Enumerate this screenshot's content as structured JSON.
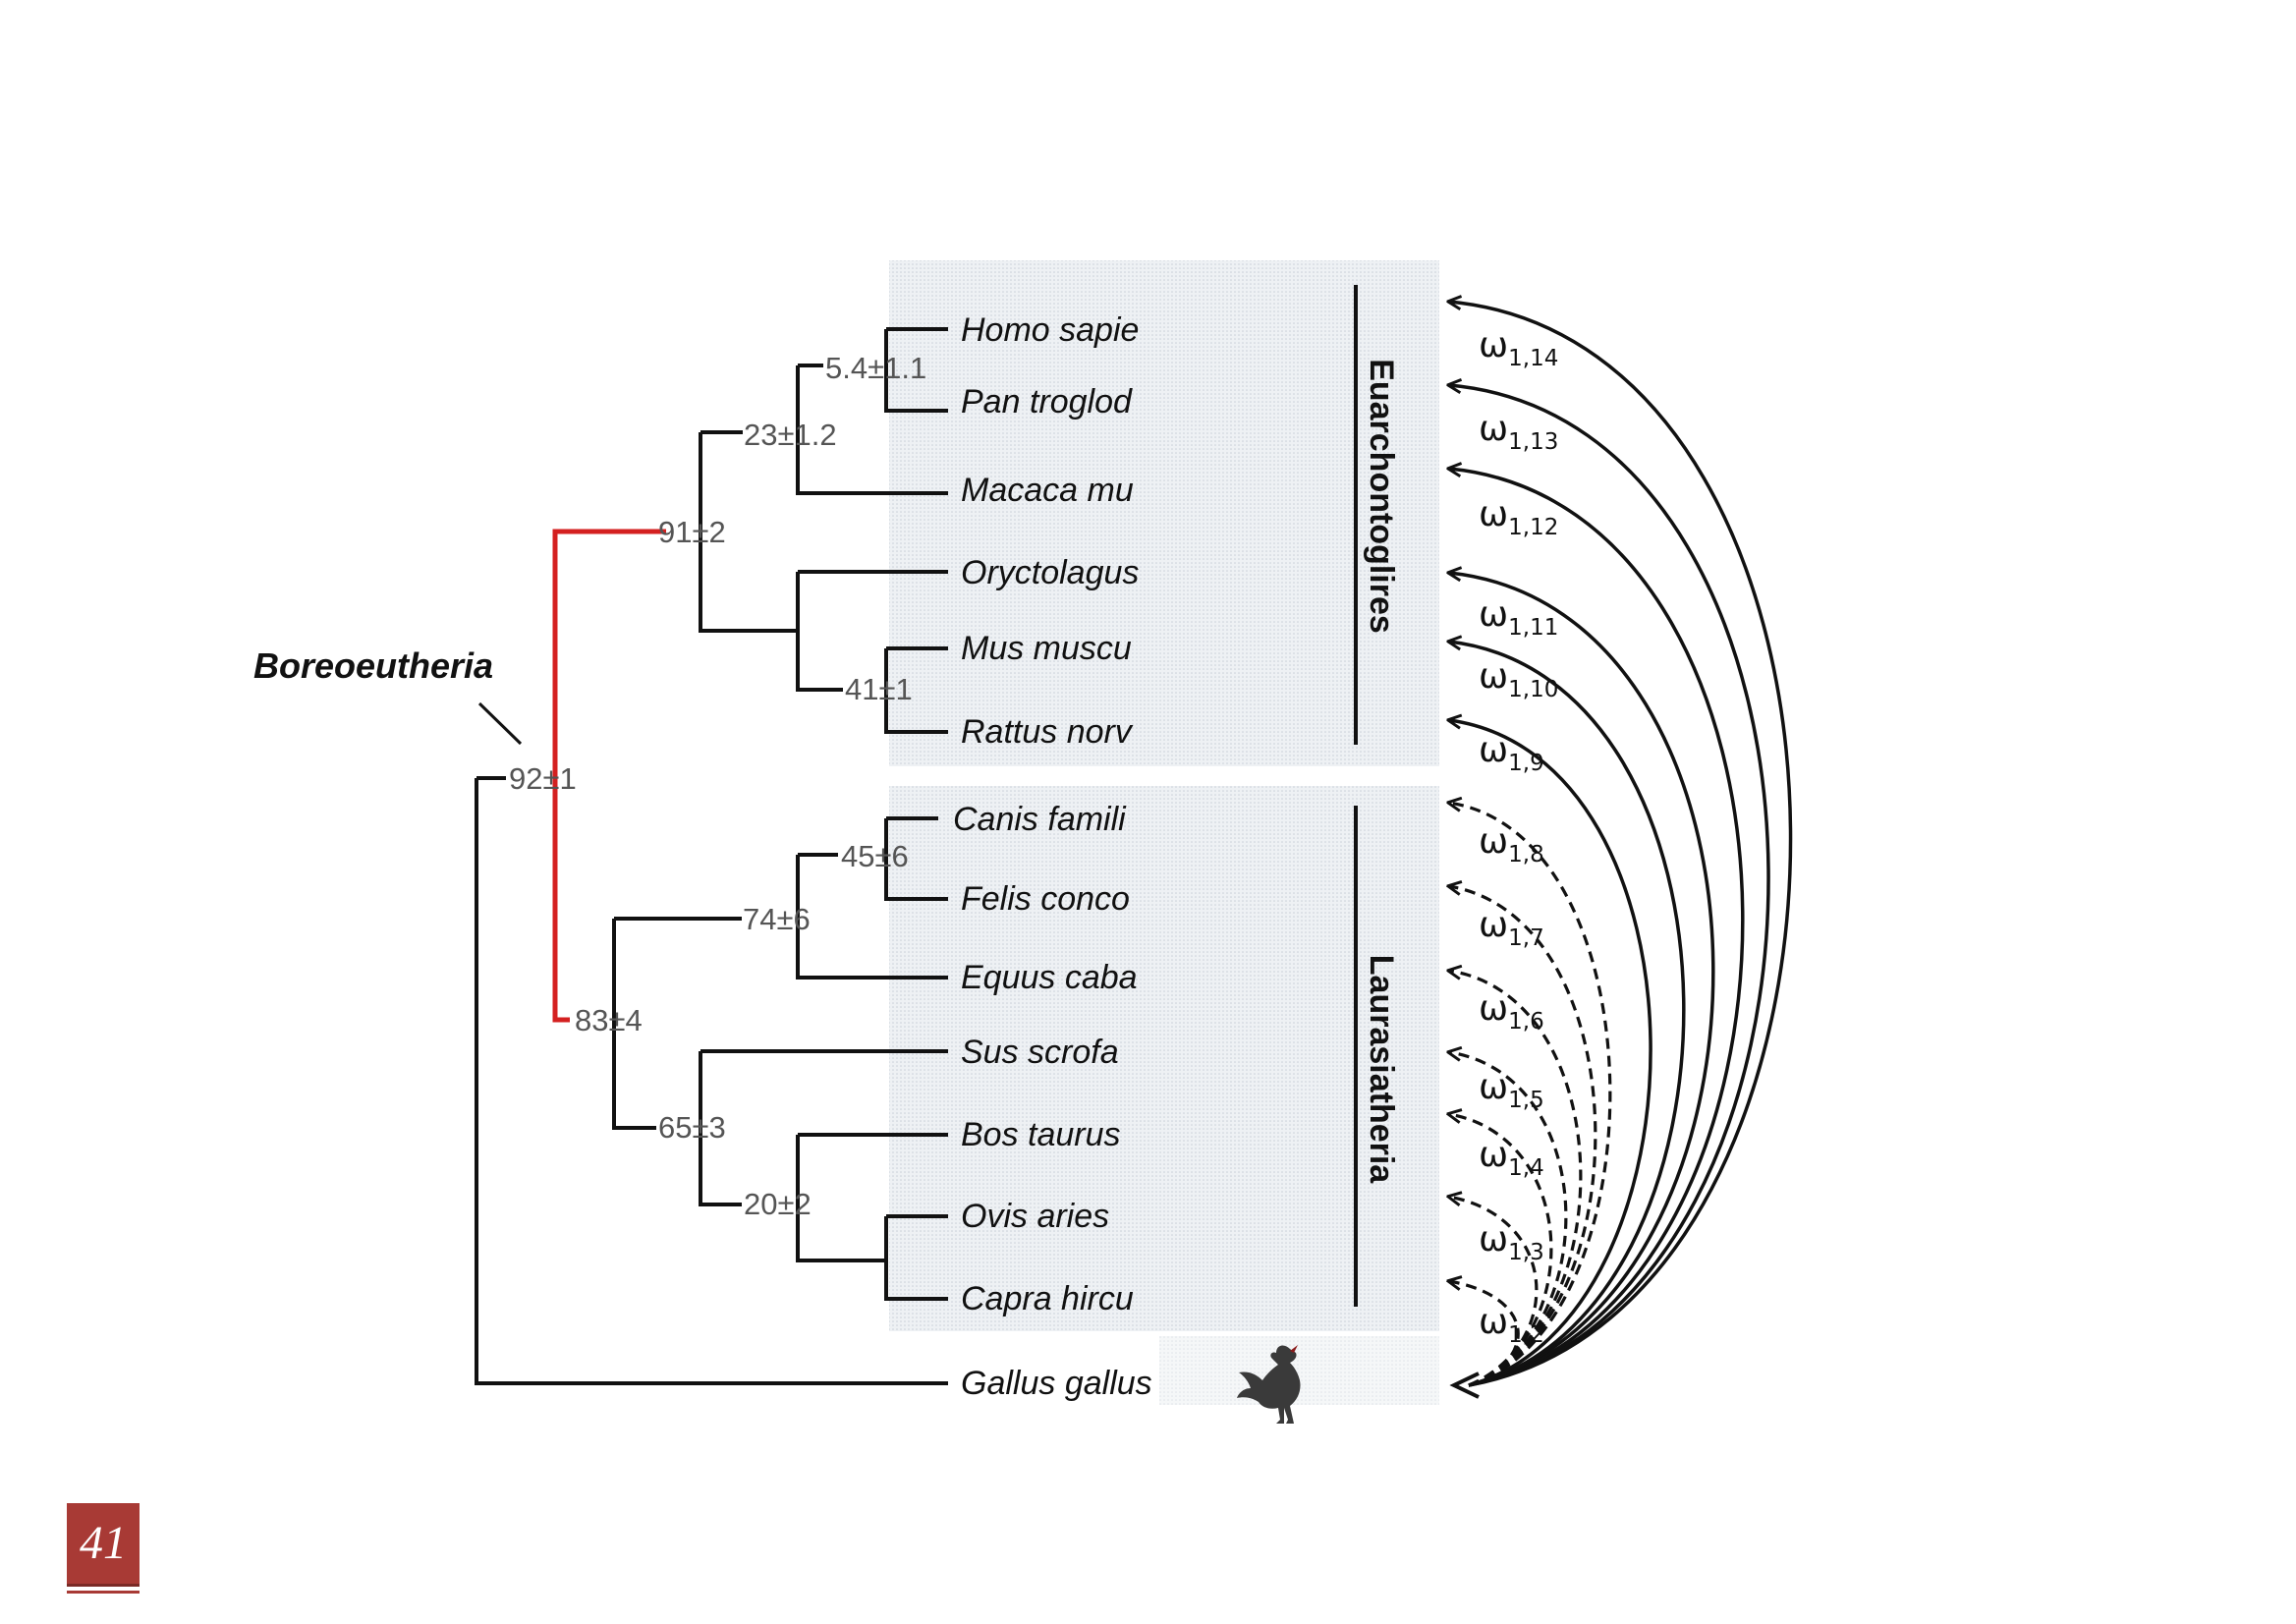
{
  "clade_label": "Boreoeutheria",
  "nodes": [
    {
      "id": "root",
      "label": "92±1"
    },
    {
      "id": "euarchontoglires",
      "label": "91±2"
    },
    {
      "id": "laurasiatheria",
      "label": "83±4"
    },
    {
      "id": "primates",
      "label": "23±1.2"
    },
    {
      "id": "hominids",
      "label": "5.4±1.1"
    },
    {
      "id": "murids",
      "label": "41±1"
    },
    {
      "id": "carnivora_perissodactyla",
      "label": "74±6"
    },
    {
      "id": "carnivora",
      "label": "45±6"
    },
    {
      "id": "ungulates",
      "label": "65±3"
    },
    {
      "id": "bovids",
      "label": "20±2"
    }
  ],
  "taxa": [
    "Homo sapie",
    "Pan troglod",
    "Macaca mu",
    "Oryctolagus",
    "Mus muscu",
    "Rattus norv",
    "Canis famili",
    "Felis conco",
    "Equus caba",
    "Sus scrofa",
    "Bos taurus",
    "Ovis aries",
    "Capra hircu",
    "Gallus gallus"
  ],
  "groups": [
    {
      "label": "Euarchontoglires"
    },
    {
      "label": "Laurasiatheria"
    }
  ],
  "omegas": [
    {
      "base": "ω",
      "sub": "1,14",
      "style": "solid"
    },
    {
      "base": "ω",
      "sub": "1,13",
      "style": "solid"
    },
    {
      "base": "ω",
      "sub": "1,12",
      "style": "solid"
    },
    {
      "base": "ω",
      "sub": "1,11",
      "style": "solid"
    },
    {
      "base": "ω",
      "sub": "1,10",
      "style": "solid"
    },
    {
      "base": "ω",
      "sub": "1,9",
      "style": "solid"
    },
    {
      "base": "ω",
      "sub": "1,8",
      "style": "dashed"
    },
    {
      "base": "ω",
      "sub": "1,7",
      "style": "dashed"
    },
    {
      "base": "ω",
      "sub": "1,6",
      "style": "dashed"
    },
    {
      "base": "ω",
      "sub": "1,5",
      "style": "dashed"
    },
    {
      "base": "ω",
      "sub": "1,4",
      "style": "dashed"
    },
    {
      "base": "ω",
      "sub": "1,3",
      "style": "dashed"
    },
    {
      "base": "ω",
      "sub": "1,2",
      "style": "dashed"
    }
  ],
  "page_number": "41",
  "colors": {
    "branch": "#111111",
    "highlight_branch": "#d42020",
    "panel": "#e9edf1",
    "node_label": "#555555",
    "badge": "#a83a35"
  },
  "icons": {
    "bird": "rooster-icon"
  }
}
